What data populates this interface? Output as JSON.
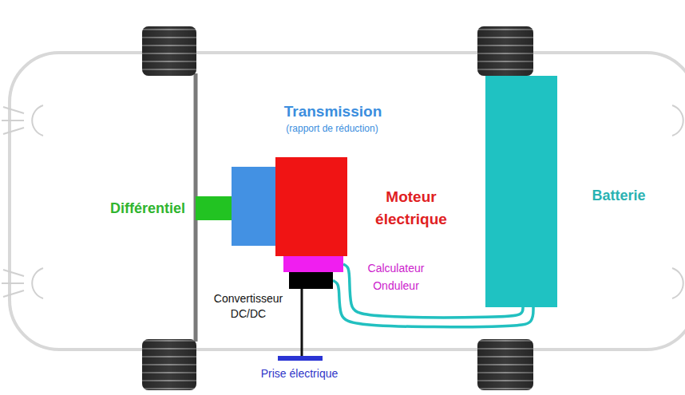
{
  "diagram": {
    "nodes": [
      {
        "text": [
          "Différentiel"
        ]
      },
      {
        "text": [
          "Transmission",
          "(rapport de réduction)"
        ]
      },
      {
        "text": [
          "Moteur électrique"
        ]
      },
      {
        "text": [
          "Calculateur Onduleur"
        ]
      },
      {
        "text": [
          "Convertisseur DC/DC"
        ]
      },
      {
        "text": [
          "Batterie"
        ]
      },
      {
        "text": [
          "Prise électrique"
        ]
      }
    ],
    "edges": [
      {
        "from": 4,
        "to": 6,
        "arrow": "none"
      },
      {
        "from": 3,
        "to": 5,
        "arrow": "none"
      },
      {
        "from": 4,
        "to": 5,
        "arrow": "none"
      }
    ]
  }
}
